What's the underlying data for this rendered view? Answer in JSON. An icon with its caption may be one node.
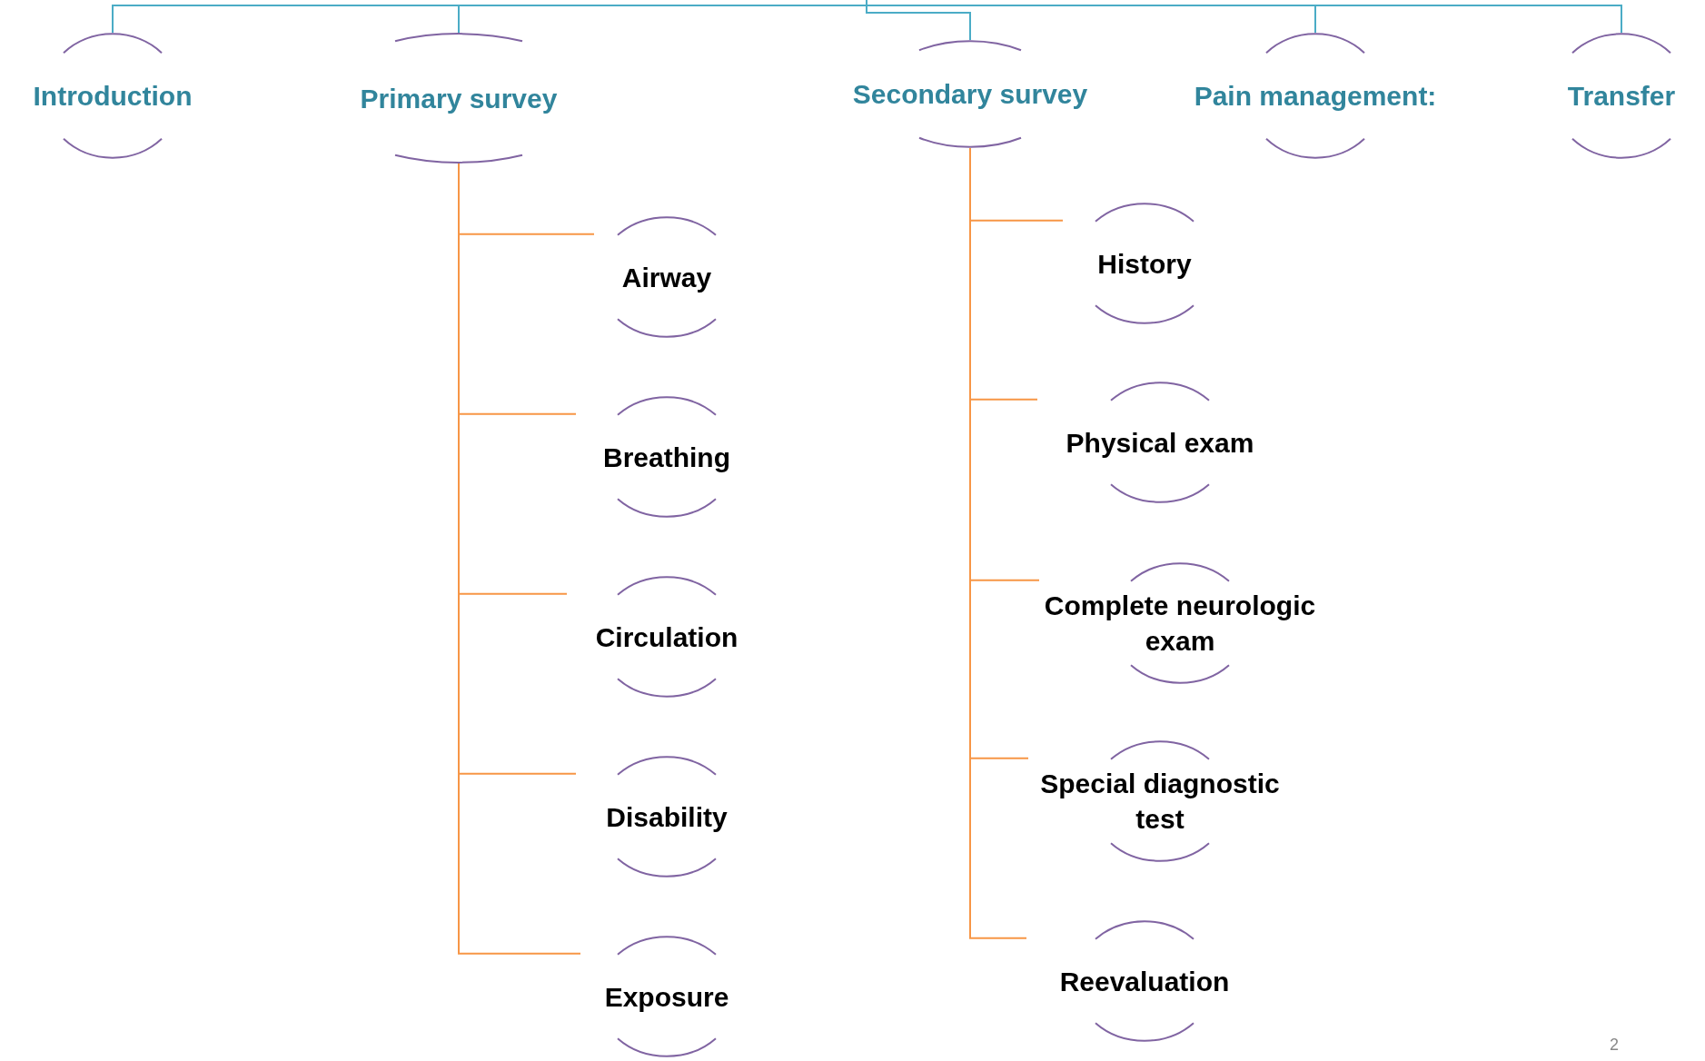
{
  "diagram": {
    "nodes": [
      {
        "text": [
          "Introduction"
        ]
      },
      {
        "text": [
          "Primary survey"
        ]
      },
      {
        "text": [
          "Secondary survey"
        ]
      },
      {
        "text": [
          "Pain management:"
        ]
      },
      {
        "text": [
          "Transfer"
        ]
      },
      {
        "text": [
          "Airway"
        ]
      },
      {
        "text": [
          "Breathing"
        ]
      },
      {
        "text": [
          "Circulation"
        ]
      },
      {
        "text": [
          "Disability"
        ]
      },
      {
        "text": [
          "Exposure"
        ]
      },
      {
        "text": [
          "History"
        ]
      },
      {
        "text": [
          "Physical exam"
        ]
      },
      {
        "text": [
          "Complete neurologic exam"
        ]
      },
      {
        "text": [
          "Special diagnostic test"
        ]
      },
      {
        "text": [
          "Reevaluation"
        ]
      }
    ],
    "edges": [
      {
        "from": null,
        "to": 0,
        "arrow": "none",
        "color": "#4bacc6"
      },
      {
        "from": null,
        "to": 1,
        "arrow": "none",
        "color": "#4bacc6"
      },
      {
        "from": null,
        "to": 2,
        "arrow": "none",
        "color": "#4bacc6"
      },
      {
        "from": null,
        "to": 3,
        "arrow": "none",
        "color": "#4bacc6"
      },
      {
        "from": null,
        "to": 4,
        "arrow": "none",
        "color": "#4bacc6"
      },
      {
        "from": 1,
        "to": 5,
        "arrow": "none"
      },
      {
        "from": 1,
        "to": 6,
        "arrow": "none"
      },
      {
        "from": 1,
        "to": 7,
        "arrow": "none"
      },
      {
        "from": 1,
        "to": 8,
        "arrow": "none"
      },
      {
        "from": 1,
        "to": 9,
        "arrow": "none"
      },
      {
        "from": 2,
        "to": 10,
        "arrow": "none"
      },
      {
        "from": 2,
        "to": 11,
        "arrow": "none"
      },
      {
        "from": 2,
        "to": 12,
        "arrow": "none"
      },
      {
        "from": 2,
        "to": 13,
        "arrow": "none"
      },
      {
        "from": 2,
        "to": 14,
        "arrow": "none"
      }
    ],
    "labels": [
      "2"
    ]
  }
}
